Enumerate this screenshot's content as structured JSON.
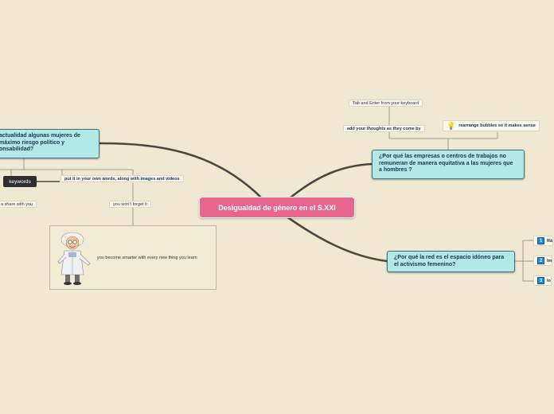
{
  "central": {
    "label": "Desigualdad de género en el S.XXI"
  },
  "left_topic": {
    "label": "actualidad  algunas  mujeres de máximo riesgo político y onsabilidad?"
  },
  "left_subs": {
    "keywords": "keywords",
    "put_it": "put it in your own words, along with images and videos",
    "share": "a share with you",
    "forget": "you won't forget it",
    "card_text": "you become smarter with every new thing you learn"
  },
  "right_topic_1": {
    "label": "¿Por qué las empresas o centros de trabajos no remuneran de manera equitativa a las mujeres que a hombres ?",
    "tab_enter": "Tab and Enter from your keyboard",
    "add_thoughts": "add your thoughts as they come by",
    "rearrange": "rearrange bubbles so it makes sense"
  },
  "right_topic_2": {
    "label": "¿Por qué la red es el espacio idóneo para el activismo femenino?",
    "items": [
      {
        "num": "1",
        "label": "Rá"
      },
      {
        "num": "2",
        "label": "Im"
      },
      {
        "num": "3",
        "label": "lo"
      }
    ]
  },
  "colors": {
    "central": "#e8668e",
    "topic": "#b2e8e5",
    "background": "#f0e8d2"
  }
}
